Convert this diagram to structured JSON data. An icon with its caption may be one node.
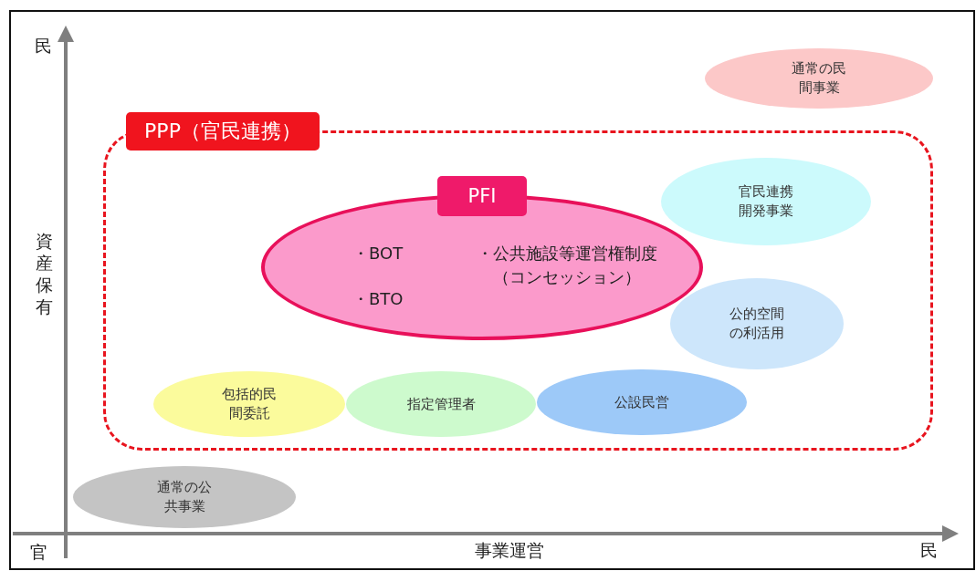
{
  "diagram": {
    "nodes": [
      {
        "text": [
          "通常の民間事業"
        ]
      },
      {
        "text": [
          "PPP（官民連携）"
        ]
      },
      {
        "text": [
          "PFI",
          "・BOT",
          "・公共施設等運営権制度（コンセッション）",
          "・BTO"
        ],
        "in": 1
      },
      {
        "text": [
          "官民連携開発事業"
        ],
        "in": 1
      },
      {
        "text": [
          "公的空間の利活用"
        ],
        "in": 1
      },
      {
        "text": [
          "包括的民間委託"
        ],
        "in": 1
      },
      {
        "text": [
          "指定管理者"
        ],
        "in": 1
      },
      {
        "text": [
          "公設民営"
        ],
        "in": 1
      },
      {
        "text": [
          "通常の公共事業"
        ]
      }
    ],
    "labels": [
      "民",
      "資産保有",
      "官",
      "事業運営",
      "民"
    ]
  }
}
